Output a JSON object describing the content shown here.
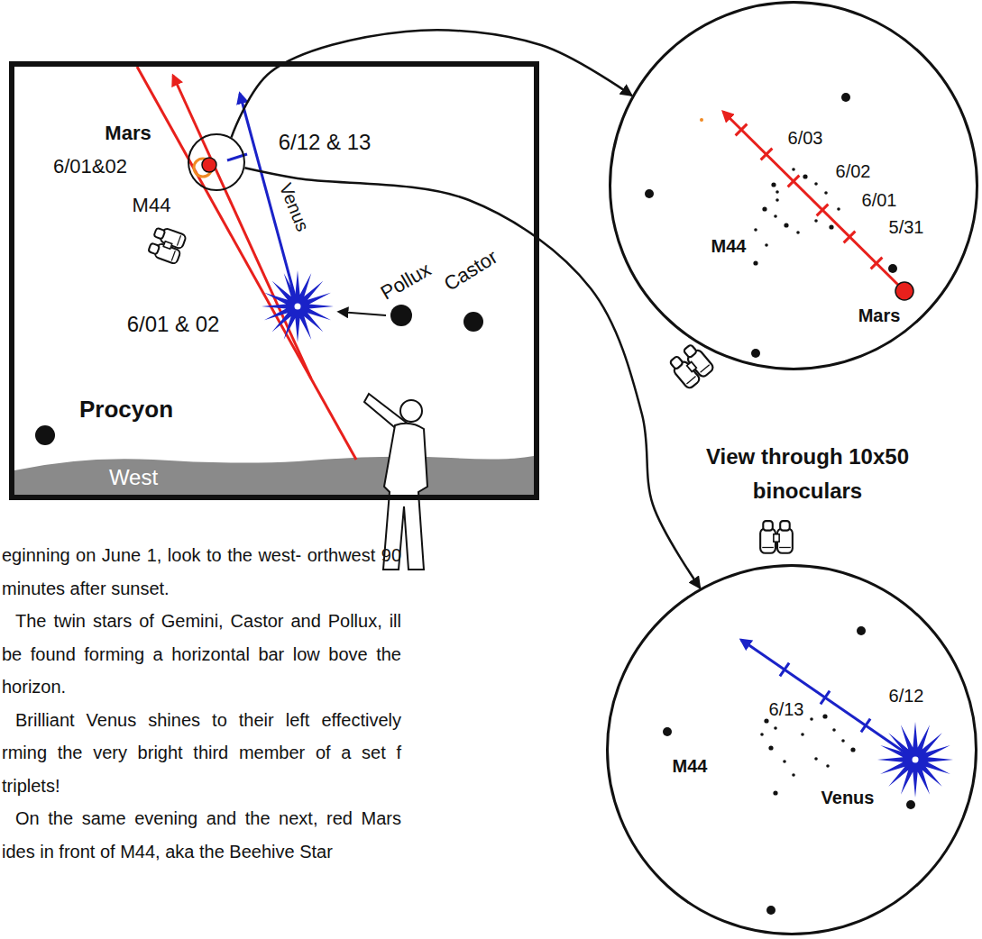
{
  "diagram": {
    "nodes": [
      {
        "text": [
          "Mars",
          "6/01&02",
          "M44",
          "Venus",
          "Pollux",
          "Castor",
          "6/01 & 02",
          "Procyon",
          "West"
        ]
      },
      {
        "text": [
          "6/12 & 13"
        ],
        "in": 0
      },
      {
        "text": [
          "6/03",
          "6/02",
          "6/01",
          "5/31",
          "M44",
          "Mars"
        ]
      },
      {
        "text": [
          "6/13",
          "6/12",
          "M44",
          "Venus"
        ]
      }
    ],
    "edges": [
      {
        "from": 1,
        "to": 2,
        "arrow": "to"
      },
      {
        "from": 1,
        "to": 3,
        "arrow": "to"
      }
    ],
    "labels": [
      "View through 10x50 binoculars",
      "eginning on June 1, look to the west- orthwest 90 minutes after sunset.",
      "The twin stars of Gemini, Castor and Pollux, ill be found forming a horizontal bar low bove the horizon.",
      "Brilliant Venus shines to their left effectively rming the very bright third member of a set f triplets!",
      "On the same evening and the next, red Mars ides in front of M44, aka the Beehive Star"
    ]
  }
}
